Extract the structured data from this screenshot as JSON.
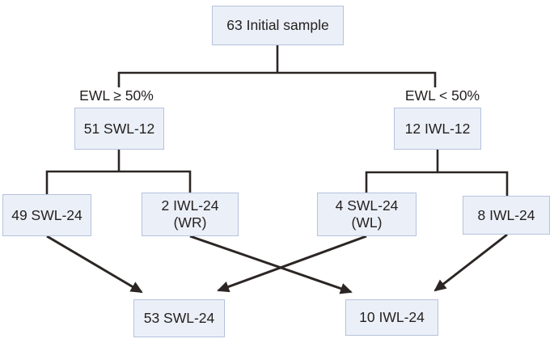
{
  "colors": {
    "background": "#ffffff",
    "box_fill": "#ebf0f8",
    "box_border": "#b6c2dc",
    "line": "#2b2624",
    "text": "#252120"
  },
  "branch_labels": {
    "left": "EWL ≥ 50%",
    "right": "EWL < 50%"
  },
  "nodes": {
    "initial": {
      "label": "63 Initial sample"
    },
    "swl12": {
      "label": "51 SWL-12"
    },
    "iwl12": {
      "label": "12 IWL-12"
    },
    "swl24_49": {
      "label": "49 SWL-24"
    },
    "iwl24_2": {
      "label": "2 IWL-24",
      "sublabel": "(WR)"
    },
    "swl24_4": {
      "label": "4 SWL-24",
      "sublabel": "(WL)"
    },
    "iwl24_8": {
      "label": "8 IWL-24"
    },
    "swl24_53": {
      "label": "53 SWL-24"
    },
    "iwl24_10": {
      "label": "10 IWL-24"
    }
  },
  "edges": [
    {
      "from": "63 Initial sample",
      "to": "51 SWL-12",
      "condition": "EWL ≥ 50%",
      "style": "plain"
    },
    {
      "from": "63 Initial sample",
      "to": "12 IWL-12",
      "condition": "EWL < 50%",
      "style": "plain"
    },
    {
      "from": "51 SWL-12",
      "to": "49 SWL-24",
      "style": "plain"
    },
    {
      "from": "51 SWL-12",
      "to": "2 IWL-24 (WR)",
      "style": "plain"
    },
    {
      "from": "12 IWL-12",
      "to": "4 SWL-24 (WL)",
      "style": "plain"
    },
    {
      "from": "12 IWL-12",
      "to": "8 IWL-24",
      "style": "plain"
    },
    {
      "from": "49 SWL-24",
      "to": "53 SWL-24",
      "style": "arrow"
    },
    {
      "from": "4 SWL-24 (WL)",
      "to": "53 SWL-24",
      "style": "arrow"
    },
    {
      "from": "2 IWL-24 (WR)",
      "to": "10 IWL-24",
      "style": "arrow"
    },
    {
      "from": "8 IWL-24",
      "to": "10 IWL-24",
      "style": "arrow"
    }
  ]
}
